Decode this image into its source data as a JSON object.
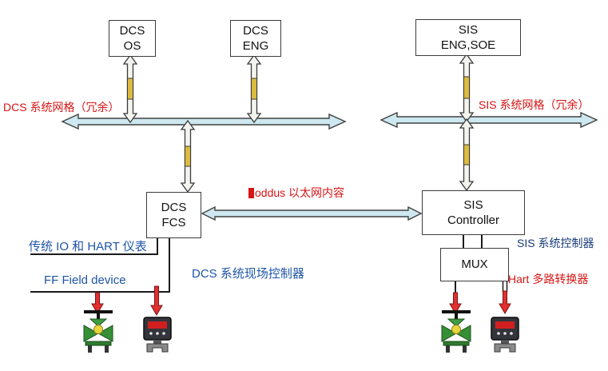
{
  "boxes": {
    "dcs_os": {
      "line1": "DCS",
      "line2": "OS"
    },
    "dcs_eng": {
      "line1": "DCS",
      "line2": "ENG"
    },
    "sis_eng_soe": {
      "line1": "SIS",
      "line2": "ENG,SOE"
    },
    "dcs_fcs": {
      "line1": "DCS",
      "line2": "FCS"
    },
    "sis_controller": {
      "line1": "SIS",
      "line2": "Controller"
    },
    "mux": {
      "label": "MUX"
    }
  },
  "labels": {
    "dcs_network": "DCS 系统网格（冗余）",
    "sis_network": "SIS 系统网格（冗余）",
    "ethernet_link": "oddus 以太网内容",
    "legacy_io": "传统 IO 和 HART 仪表",
    "ff_field_device": "FF Field device",
    "dcs_field_controller": "DCS 系统现场控制器",
    "sis_system_controller": "SIS 系统控制器",
    "hart_mux": "Hart 多路转换器"
  },
  "icons": {
    "ethernet_marker": "red-square",
    "field_valve": "control-valve",
    "field_transmitter": "transmitter",
    "bus": "double-headed-arrow",
    "link": "vertical-double-arrow"
  },
  "colors": {
    "red_label": "#d81414",
    "blue_label": "#1d55a6",
    "dark_blue_label": "#173a77",
    "bus_fill": "#cde8f0",
    "connector_yellow": "#dcbb3e"
  }
}
